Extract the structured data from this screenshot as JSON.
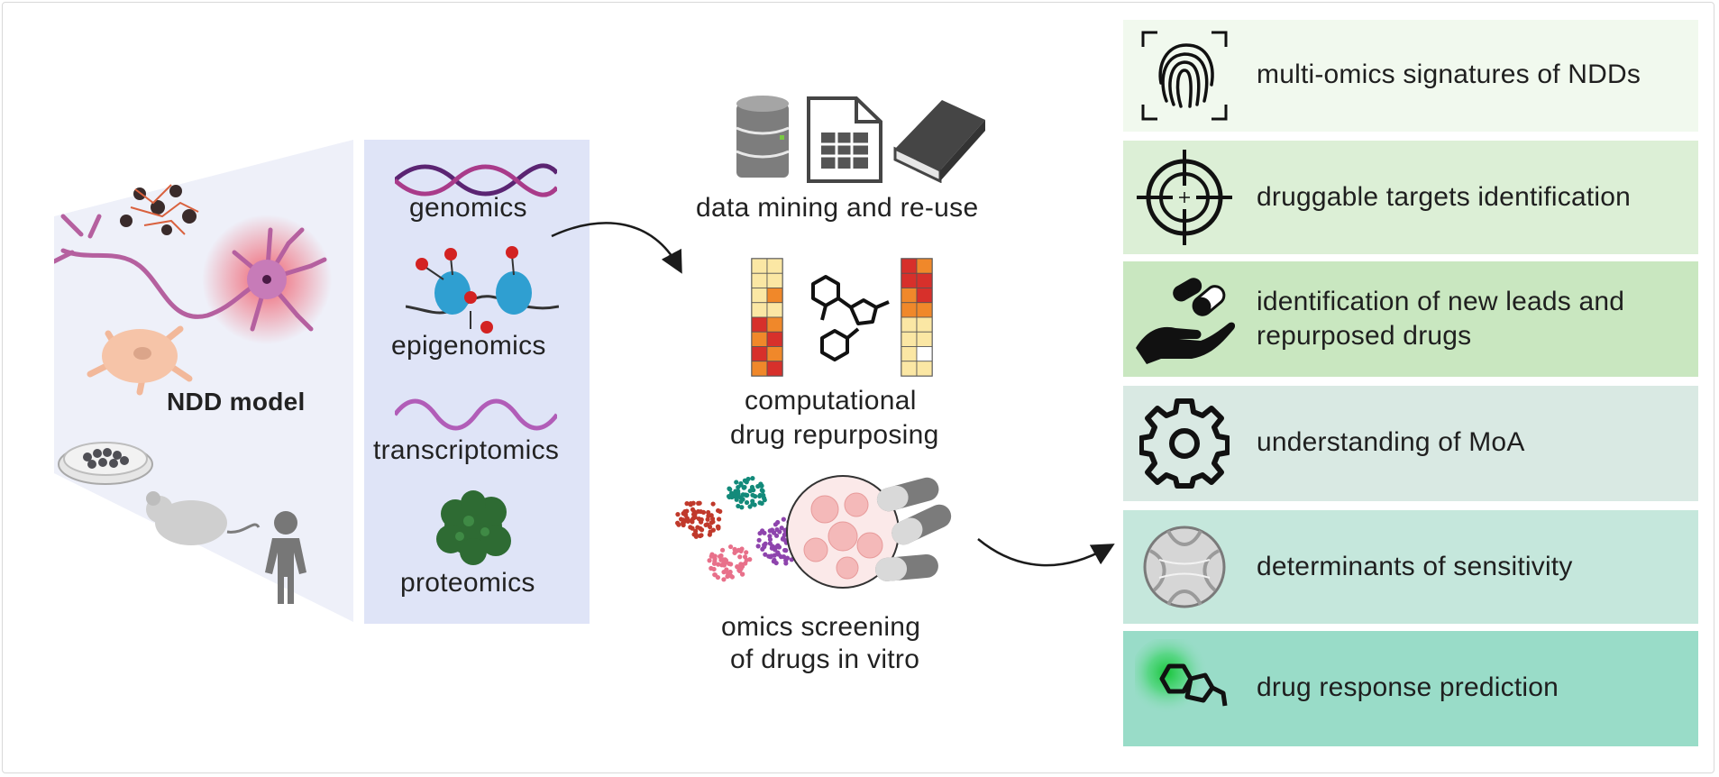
{
  "left": {
    "model_label": "NDD model"
  },
  "omics": {
    "items": [
      "genomics",
      "epigenomics",
      "transcriptomics",
      "proteomics"
    ]
  },
  "approaches": {
    "data_mining": "data mining and re-use",
    "computational_line1": "computational",
    "computational_line2": "drug repurposing",
    "screening_line1": "omics screening",
    "screening_line2": "of drugs in vitro"
  },
  "outcomes": [
    {
      "lines": [
        "multi-omics signatures of NDDs"
      ],
      "color": "#f1f9ee",
      "icon": "fingerprint-icon"
    },
    {
      "lines": [
        "druggable targets identification"
      ],
      "color": "#dcefd6",
      "icon": "target-crosshair-icon"
    },
    {
      "lines": [
        "identification of new leads and",
        "repurposed drugs"
      ],
      "color": "#c9e7c0",
      "icon": "hand-pills-icon"
    },
    {
      "lines": [
        "understanding of MoA"
      ],
      "color": "#d9e9e3",
      "icon": "gear-icon"
    },
    {
      "lines": [
        "determinants of sensitivity"
      ],
      "color": "#c5e7dc",
      "icon": "cell-sphere-icon"
    },
    {
      "lines": [
        "drug response prediction"
      ],
      "color": "#99dcc8",
      "icon": "molecule-glow-icon"
    }
  ],
  "colors": {
    "omics_panel": "#dfe4f7",
    "funnel": "#eef0f9",
    "heatmap_red": "#d7302b",
    "heatmap_orange": "#f0882a",
    "heatmap_yellow": "#fbe7a4",
    "neuron_red": "#f04a5a",
    "dna_purple": "#5b2472"
  }
}
